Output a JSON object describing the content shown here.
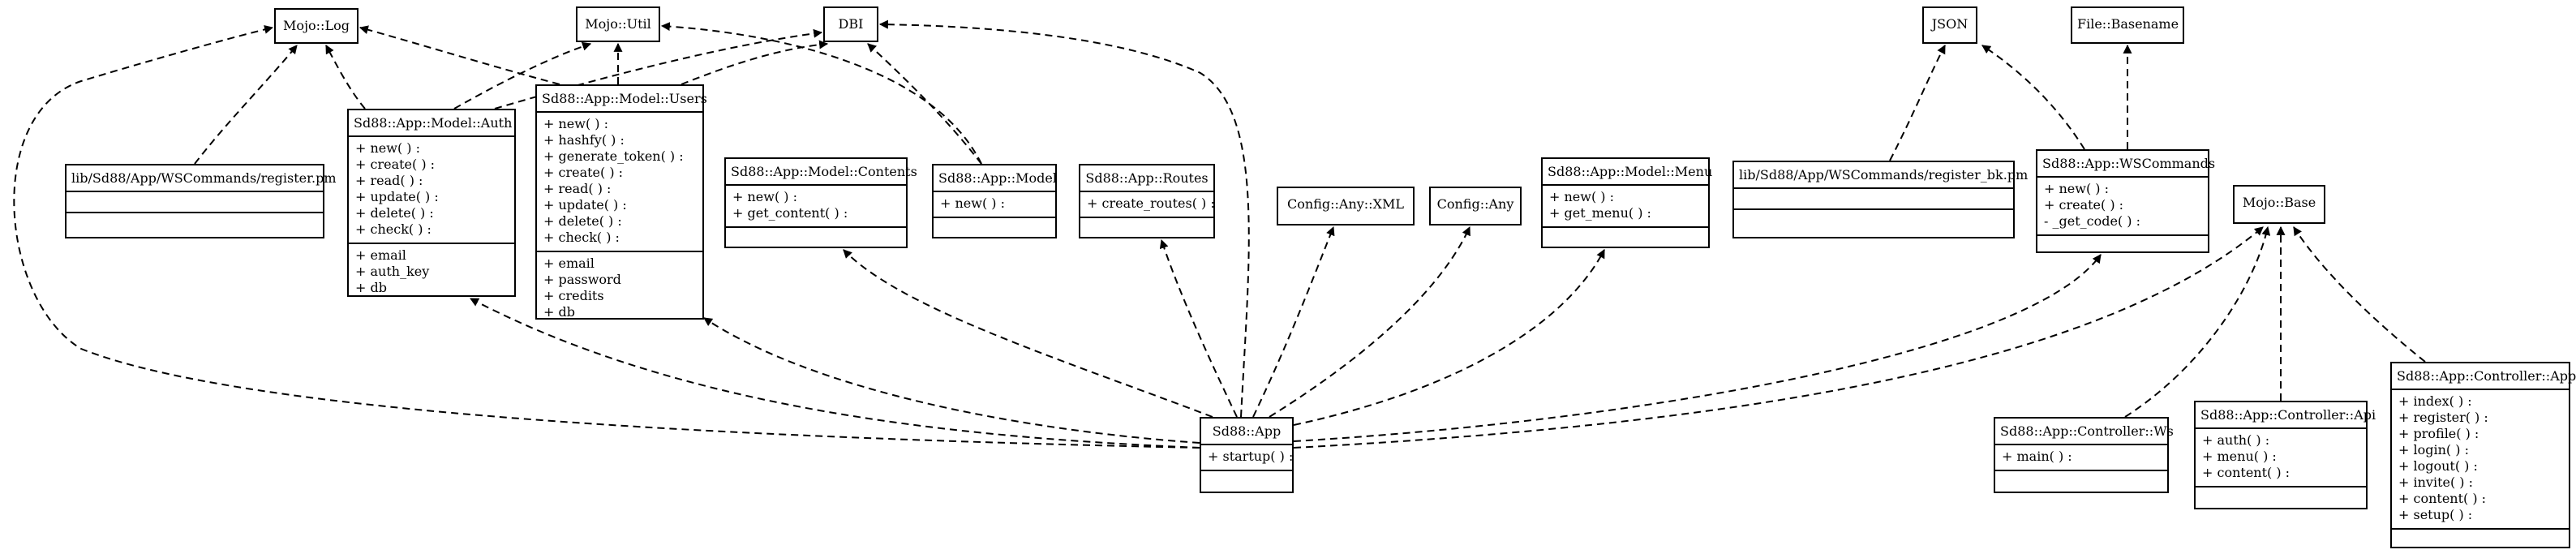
{
  "classes": [
    {
      "id": "mojo_log",
      "name": "Mojo::Log",
      "methods": null,
      "attributes": null
    },
    {
      "id": "mojo_util",
      "name": "Mojo::Util",
      "methods": null,
      "attributes": null
    },
    {
      "id": "dbi",
      "name": "DBI",
      "methods": null,
      "attributes": null
    },
    {
      "id": "json",
      "name": "JSON",
      "methods": null,
      "attributes": null
    },
    {
      "id": "file_basename",
      "name": "File::Basename",
      "methods": null,
      "attributes": null
    },
    {
      "id": "model_auth",
      "name": "Sd88::App::Model::Auth",
      "methods": [
        "+ new( ) :",
        "+ create( ) :",
        "+ read( ) :",
        "+ update( ) :",
        "+ delete( ) :",
        "+ check( ) :"
      ],
      "attributes": [
        "+ email",
        "+ auth_key",
        "+ db"
      ]
    },
    {
      "id": "model_users",
      "name": "Sd88::App::Model::Users",
      "methods": [
        "+ new( ) :",
        "+ hashfy( ) :",
        "+ generate_token( ) :",
        "+ create( ) :",
        "+ read( ) :",
        "+ update( ) :",
        "+ delete( ) :",
        "+ check( ) :"
      ],
      "attributes": [
        "+ email",
        "+ password",
        "+ credits",
        "+ db"
      ]
    },
    {
      "id": "register_pm",
      "name": "lib/Sd88/App/WSCommands/register.pm",
      "methods": [],
      "attributes": []
    },
    {
      "id": "model_contents",
      "name": "Sd88::App::Model::Contents",
      "methods": [
        "+ new( ) :",
        "+ get_content( ) :"
      ],
      "attributes": []
    },
    {
      "id": "model",
      "name": "Sd88::App::Model",
      "methods": [
        "+ new( ) :"
      ],
      "attributes": []
    },
    {
      "id": "routes",
      "name": "Sd88::App::Routes",
      "methods": [
        "+ create_routes( ) :"
      ],
      "attributes": []
    },
    {
      "id": "config_xml",
      "name": "Config::Any::XML",
      "methods": null,
      "attributes": null
    },
    {
      "id": "config_any",
      "name": "Config::Any",
      "methods": null,
      "attributes": null
    },
    {
      "id": "model_menu",
      "name": "Sd88::App::Model::Menu",
      "methods": [
        "+ new( ) :",
        "+ get_menu( ) :"
      ],
      "attributes": []
    },
    {
      "id": "register_bk",
      "name": "lib/Sd88/App/WSCommands/register_bk.pm",
      "methods": [],
      "attributes": []
    },
    {
      "id": "wscommands",
      "name": "Sd88::App::WSCommands",
      "methods": [
        "+ new( ) :",
        "+ create( ) :",
        "- _get_code( ) :"
      ],
      "attributes": []
    },
    {
      "id": "mojo_base",
      "name": "Mojo::Base",
      "methods": null,
      "attributes": null
    },
    {
      "id": "app",
      "name": "Sd88::App",
      "methods": [
        "+ startup( ) :"
      ],
      "attributes": []
    },
    {
      "id": "ctrl_ws",
      "name": "Sd88::App::Controller::Ws",
      "methods": [
        "+ main( ) :"
      ],
      "attributes": []
    },
    {
      "id": "ctrl_api",
      "name": "Sd88::App::Controller::Api",
      "methods": [
        "+ auth( ) :",
        "+ menu( ) :",
        "+ content( ) :"
      ],
      "attributes": []
    },
    {
      "id": "ctrl_app",
      "name": "Sd88::App::Controller::App",
      "methods": [
        "+ index( ) :",
        "+ register( ) :",
        "+ profile( ) :",
        "+ login( ) :",
        "+ logout( ) :",
        "+ invite( ) :",
        "+ content( ) :",
        "+ setup( ) :"
      ],
      "attributes": []
    }
  ],
  "dependencies": [
    {
      "from": "register_pm",
      "to": "mojo_log"
    },
    {
      "from": "model_auth",
      "to": "mojo_log"
    },
    {
      "from": "model_auth",
      "to": "mojo_util"
    },
    {
      "from": "model_auth",
      "to": "dbi"
    },
    {
      "from": "model_users",
      "to": "mojo_log"
    },
    {
      "from": "model_users",
      "to": "mojo_util"
    },
    {
      "from": "model_users",
      "to": "dbi"
    },
    {
      "from": "model",
      "to": "mojo_util"
    },
    {
      "from": "model",
      "to": "dbi"
    },
    {
      "from": "app",
      "to": "mojo_log"
    },
    {
      "from": "app",
      "to": "dbi"
    },
    {
      "from": "app",
      "to": "model_auth"
    },
    {
      "from": "app",
      "to": "model_users"
    },
    {
      "from": "app",
      "to": "model_contents"
    },
    {
      "from": "app",
      "to": "routes"
    },
    {
      "from": "app",
      "to": "config_xml"
    },
    {
      "from": "app",
      "to": "config_any"
    },
    {
      "from": "app",
      "to": "model_menu"
    },
    {
      "from": "app",
      "to": "wscommands"
    },
    {
      "from": "app",
      "to": "mojo_base"
    },
    {
      "from": "register_bk",
      "to": "json"
    },
    {
      "from": "wscommands",
      "to": "json"
    },
    {
      "from": "wscommands",
      "to": "file_basename"
    },
    {
      "from": "ctrl_ws",
      "to": "mojo_base"
    },
    {
      "from": "ctrl_api",
      "to": "mojo_base"
    },
    {
      "from": "ctrl_app",
      "to": "mojo_base"
    }
  ]
}
